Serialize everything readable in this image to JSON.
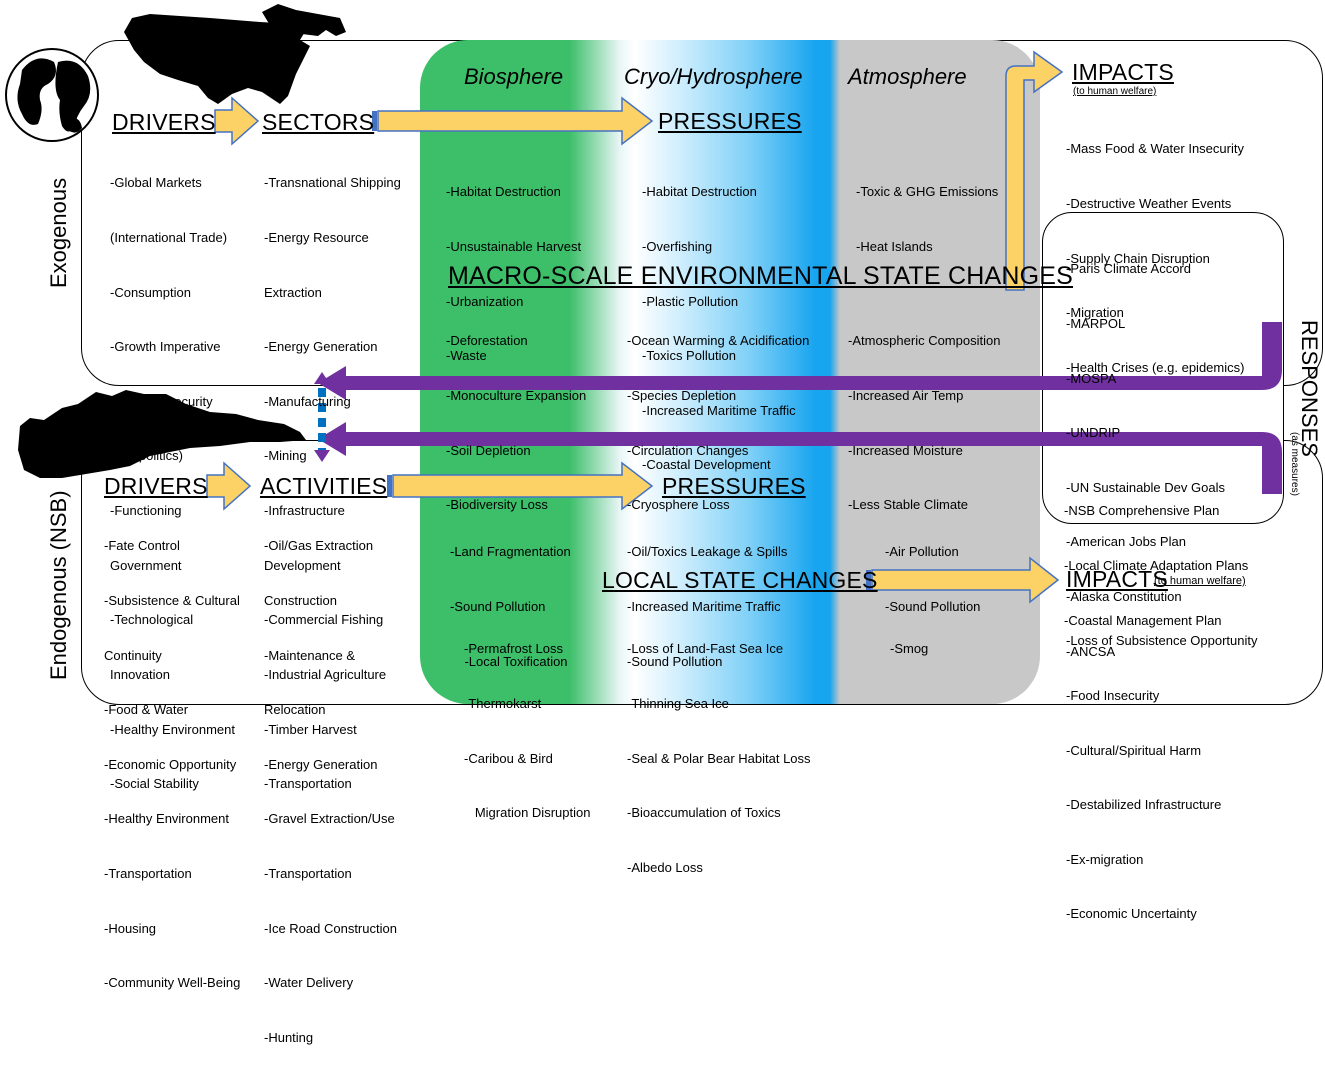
{
  "spheres": {
    "biosphere": "Biosphere",
    "cryo": "Cryo/Hydrosphere",
    "atmosphere": "Atmosphere"
  },
  "side_labels": {
    "exogenous": "Exogenous",
    "endogenous": "Endogenous (NSB)",
    "responses": "RESPONSES",
    "responses_sub": "(as measures)"
  },
  "exo": {
    "drivers_title": "DRIVERS",
    "drivers": [
      "-Global Markets",
      "(International Trade)",
      "-Consumption",
      "-Growth Imperative",
      "-National Security",
      "(Geopolitics)",
      "-Functioning",
      "Government",
      "-Technological",
      "Innovation",
      "-Healthy Environment",
      "-Social Stability"
    ],
    "sectors_title": "SECTORS",
    "sectors": [
      "-Transnational Shipping",
      "-Energy Resource",
      "Extraction",
      "-Energy Generation",
      "-Manufacturing",
      "-Mining",
      "-Infrastructure",
      "Development",
      "-Commercial Fishing",
      "-Industrial Agriculture",
      "-Timber Harvest",
      "-Transportation"
    ],
    "pressures_title": "PRESSURES",
    "pressures_bio": [
      "-Habitat Destruction",
      "-Unsustainable Harvest",
      "-Urbanization",
      "-Waste"
    ],
    "pressures_cryo": [
      "-Habitat Destruction",
      "-Overfishing",
      "-Plastic Pollution",
      "-Toxics Pollution",
      "-Increased Maritime Traffic",
      "-Coastal Development"
    ],
    "pressures_atmo": [
      "-Toxic & GHG Emissions",
      "-Heat Islands"
    ],
    "state_title": "MACRO-SCALE ENVIRONMENTAL STATE CHANGES",
    "state_bio": [
      "-Deforestation",
      "-Monoculture Expansion",
      "-Soil Depletion",
      "-Biodiversity Loss"
    ],
    "state_cryo": [
      "-Ocean Warming & Acidification",
      "-Species Depletion",
      "-Circulation Changes",
      "-Cryosphere Loss"
    ],
    "state_atmo": [
      "-Atmospheric Composition",
      "-Increased Air Temp",
      "-Increased Moisture",
      "-Less Stable Climate"
    ],
    "impacts_title": "IMPACTS",
    "impacts_sub": "(to human welfare)",
    "impacts": [
      "-Mass Food & Water Insecurity",
      "-Destructive Weather Events",
      "-Supply Chain Disruption",
      "-Migration",
      "-Health Crises (e.g. epidemics)"
    ],
    "responses": [
      "-Paris Climate Accord",
      "-MARPOL",
      "-MOSPA",
      "-UNDRIP",
      "-UN Sustainable Dev Goals",
      "-American Jobs Plan",
      "-Alaska Constitution",
      "-ANCSA"
    ]
  },
  "endo": {
    "drivers_title": "DRIVERS",
    "drivers": [
      "-Fate Control",
      "-Subsistence & Cultural",
      "Continuity",
      "-Food & Water",
      "-Economic Opportunity",
      "-Healthy Environment",
      "-Transportation",
      "-Housing",
      "-Community Well-Being"
    ],
    "activities_title": "ACTIVITIES",
    "activities": [
      "-Oil/Gas Extraction",
      "Construction",
      "-Maintenance &",
      "Relocation",
      "-Energy Generation",
      "-Gravel Extraction/Use",
      "-Transportation",
      "-Ice Road Construction",
      "-Water Delivery",
      "-Hunting"
    ],
    "pressures_title": "PRESSURES",
    "pressures_bio": [
      "-Land Fragmentation",
      "-Sound Pollution",
      "    -Local Toxification"
    ],
    "pressures_cryo": [
      "-Oil/Toxics Leakage & Spills",
      "-Increased Maritime Traffic",
      "-Sound Pollution"
    ],
    "pressures_atmo": [
      "-Air Pollution",
      "-Sound Pollution"
    ],
    "state_title": "LOCAL STATE CHANGES",
    "state_bio": [
      "-Permafrost Loss",
      "-Thermokarst",
      "-Caribou & Bird",
      "   Migration Disruption"
    ],
    "state_cryo": [
      "-Loss of Land-Fast Sea Ice",
      "-Thinning Sea Ice",
      "-Seal & Polar Bear Habitat Loss",
      "-Bioaccumulation of Toxics",
      "-Albedo Loss"
    ],
    "state_atmo": [
      "-Smog"
    ],
    "impacts_title": "IMPACTS",
    "impacts_sub": "(to human welfare)",
    "impacts": [
      "-Loss of Subsistence Opportunity",
      "-Food Insecurity",
      "-Cultural/Spiritual Harm",
      "-Destabilized Infrastructure",
      "-Ex-migration",
      "-Economic Uncertainty"
    ],
    "responses": [
      "-NSB Comprehensive Plan",
      "-Local Climate Adaptation Plans",
      "-Coastal Management Plan"
    ]
  },
  "colors": {
    "arrow_fill": "#fcd266",
    "arrow_stroke": "#4472c4",
    "purple": "#7030a0",
    "dotted": "#0070c0"
  }
}
